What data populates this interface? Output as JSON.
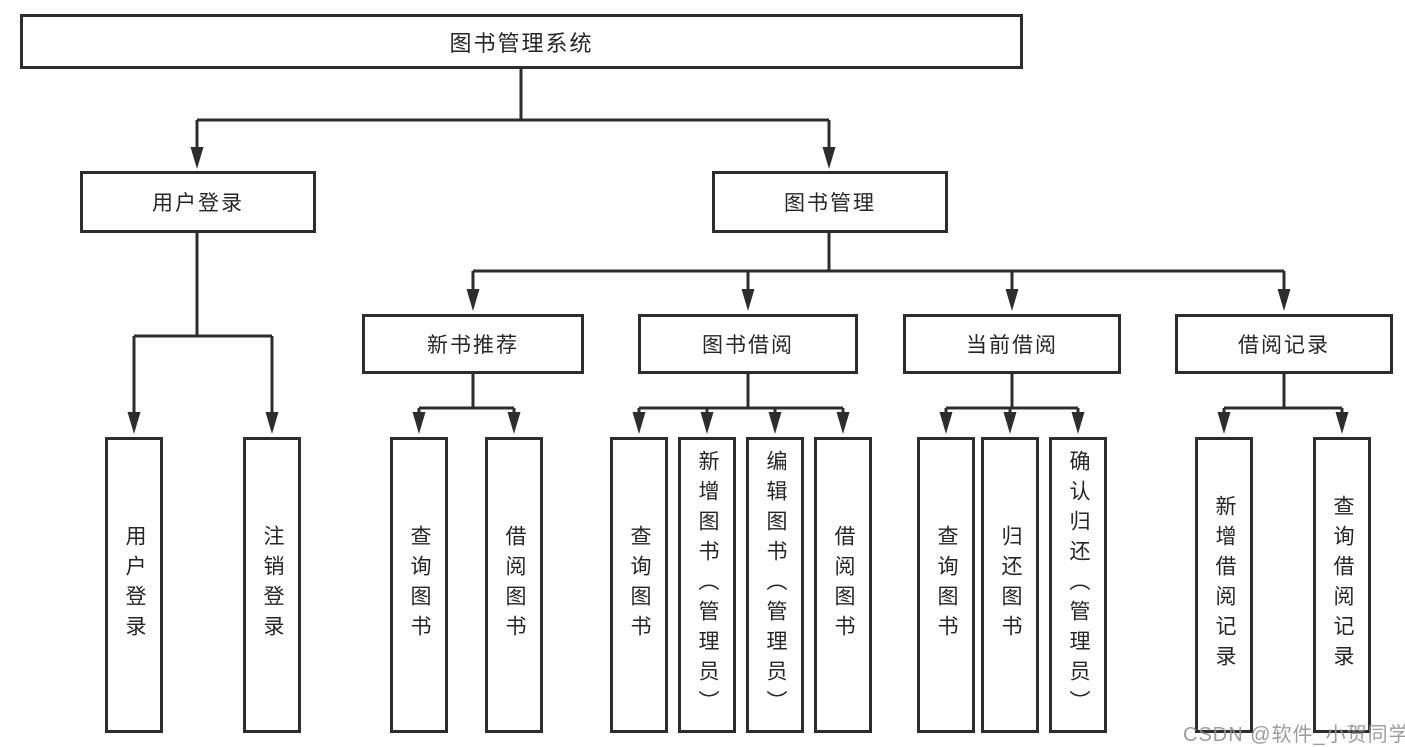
{
  "colors": {
    "line": "#2d2d2d",
    "border": "#2d2d2d",
    "text": "#262626",
    "background": "#ffffff",
    "watermark": "#949494"
  },
  "watermark": {
    "text": "CSDN @软件_小贺同学"
  },
  "tree": {
    "root": {
      "label": "图书管理系统"
    },
    "branches": [
      {
        "label": "用户登录",
        "leaves": [
          {
            "label": "用户登录"
          },
          {
            "label": "注销登录"
          }
        ]
      },
      {
        "label": "图书管理",
        "groups": [
          {
            "label": "新书推荐",
            "leaves": [
              {
                "label": "查询图书"
              },
              {
                "label": "借阅图书"
              }
            ]
          },
          {
            "label": "图书借阅",
            "leaves": [
              {
                "label": "查询图书"
              },
              {
                "label": "新增图书（管理员）"
              },
              {
                "label": "编辑图书（管理员）"
              },
              {
                "label": "借阅图书"
              }
            ]
          },
          {
            "label": "当前借阅",
            "leaves": [
              {
                "label": "查询图书"
              },
              {
                "label": "归还图书"
              },
              {
                "label": "确认归还（管理员）"
              }
            ]
          },
          {
            "label": "借阅记录",
            "leaves": [
              {
                "label": "新增借阅记录"
              },
              {
                "label": "查询借阅记录"
              }
            ]
          }
        ]
      }
    ]
  }
}
